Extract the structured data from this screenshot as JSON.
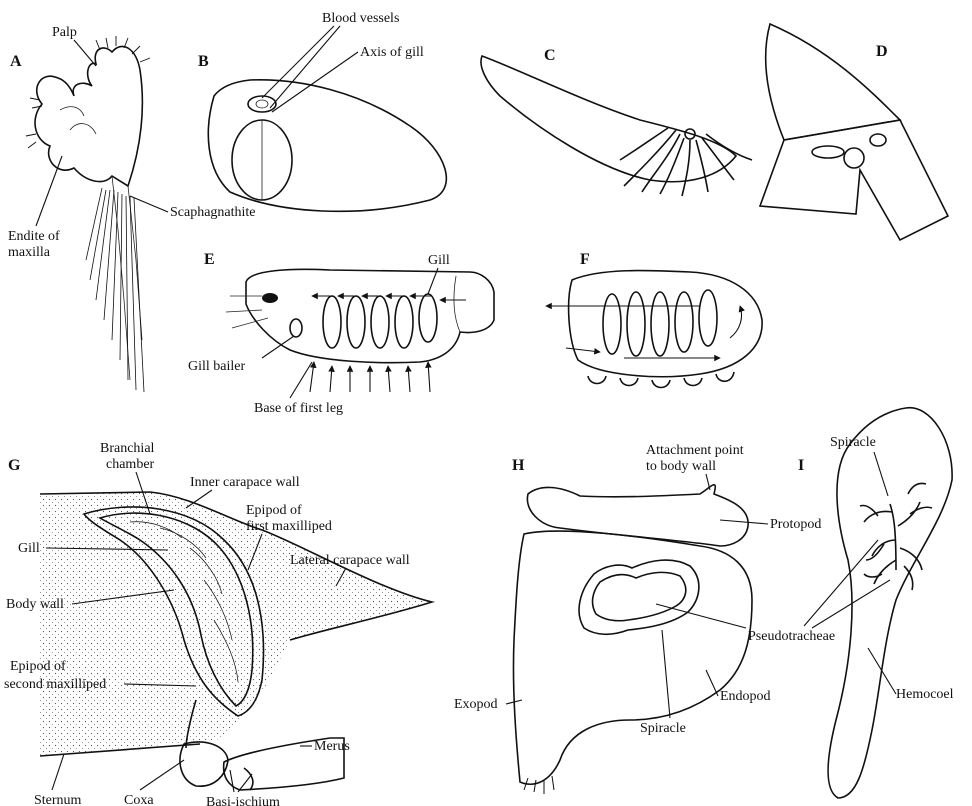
{
  "panels": [
    "A",
    "B",
    "C",
    "D",
    "E",
    "F",
    "G",
    "H",
    "I"
  ],
  "labels": {
    "palp": "Palp",
    "endite_1": "Endite of",
    "endite_2": "maxilla",
    "scaphagnathite": "Scaphagnathite",
    "blood_vessels": "Blood vessels",
    "axis_of_gill": "Axis of gill",
    "gill_e": "Gill",
    "gill_bailer": "Gill bailer",
    "base_first_leg": "Base of first leg",
    "branchial_1": "Branchial",
    "branchial_2": "chamber",
    "inner_carapace": "Inner carapace wall",
    "epipod_first_1": "Epipod of",
    "epipod_first_2": "first maxilliped",
    "gill_g": "Gill",
    "lateral_carapace": "Lateral carapace wall",
    "body_wall": "Body wall",
    "epipod_second_1": "Epipod of",
    "epipod_second_2": "second maxilliped",
    "merus": "Merus",
    "sternum": "Sternum",
    "coxa": "Coxa",
    "basi_ischium": "Basi-ischium",
    "attach_1": "Attachment point",
    "attach_2": "to body wall",
    "protopod": "Protopod",
    "pseudotracheae": "Pseudotracheae",
    "exopod": "Exopod",
    "endopod": "Endopod",
    "spiracle_h": "Spiracle",
    "spiracle_i": "Spiracle",
    "hemocoel": "Hemocoel"
  }
}
